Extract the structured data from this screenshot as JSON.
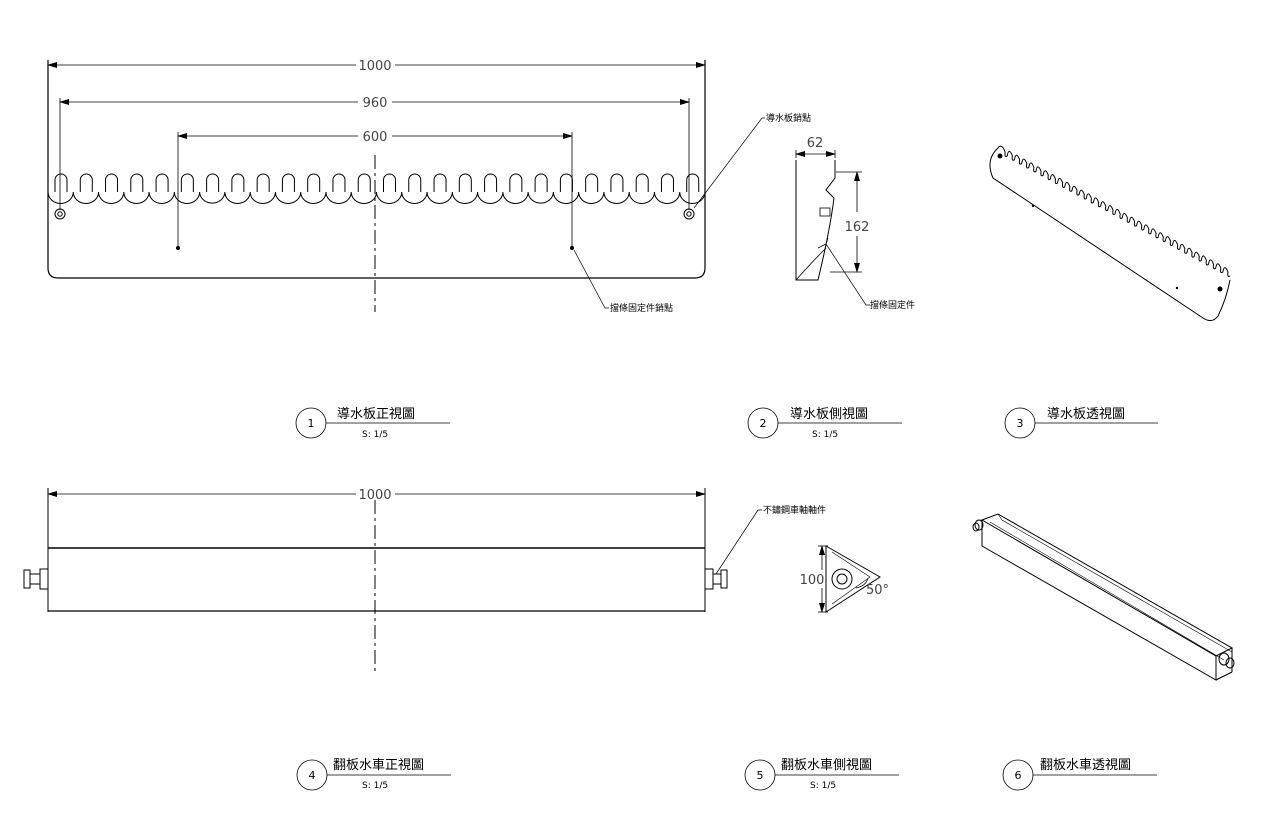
{
  "view1": {
    "dims": {
      "overall": "1000",
      "pin_span": "960",
      "inner_span": "600"
    },
    "notes": {
      "pin": "導水板銷點",
      "fixing_pin": "擋條固定件銷點"
    },
    "caption": {
      "number": "1",
      "title": "導水板正視圖",
      "scale": "S: 1/5"
    }
  },
  "view2": {
    "dims": {
      "width": "62",
      "height": "162"
    },
    "notes": {
      "fixing": "擋條固定件"
    },
    "caption": {
      "number": "2",
      "title": "導水板側視圖",
      "scale": "S: 1/5"
    }
  },
  "view3": {
    "caption": {
      "number": "3",
      "title": "導水板透視圖"
    }
  },
  "view4": {
    "dims": {
      "overall": "1000"
    },
    "notes": {
      "axle": "不鏽鋼車軸軸件"
    },
    "caption": {
      "number": "4",
      "title": "翻板水車正視圖",
      "scale": "S: 1/5"
    }
  },
  "view5": {
    "dims": {
      "height": "100",
      "angle": "50°"
    },
    "caption": {
      "number": "5",
      "title": "翻板水車側視圖",
      "scale": "S: 1/5"
    }
  },
  "view6": {
    "caption": {
      "number": "6",
      "title": "翻板水車透視圖"
    }
  },
  "colors": {
    "line": "#000000",
    "dim_text": "#444444",
    "background": "#ffffff"
  }
}
